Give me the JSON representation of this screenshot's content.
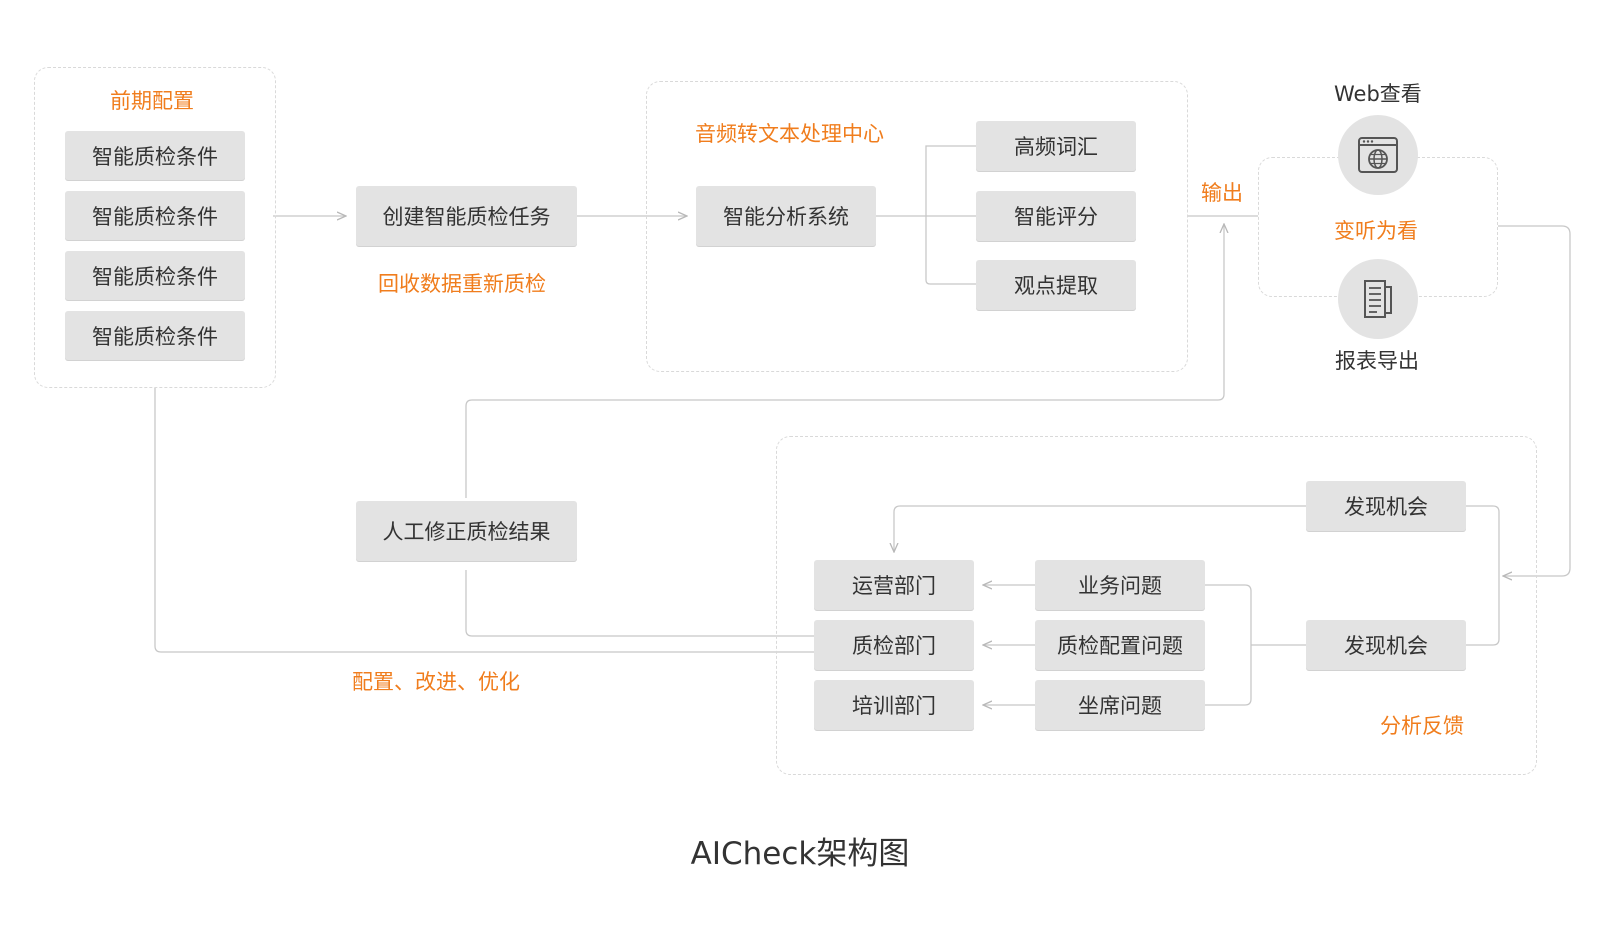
{
  "diagram": {
    "title": "AICheck架构图",
    "pre_config": {
      "label": "前期配置",
      "items": [
        "智能质检条件",
        "智能质检条件",
        "智能质检条件",
        "智能质检条件"
      ]
    },
    "create_task": "创建智能质检任务",
    "recycle_label": "回收数据重新质检",
    "processing_center": {
      "label": "音频转文本处理中心",
      "system": "智能分析系统",
      "outputs": [
        "高频词汇",
        "智能评分",
        "观点提取"
      ]
    },
    "output_label": "输出",
    "view": {
      "web_label": "Web查看",
      "center_label": "变听为看",
      "report_label": "报表导出",
      "web_icon": "browser-globe-icon",
      "report_icon": "document-icon"
    },
    "manual_fix": "人工修正质检结果",
    "config_label": "配置、改进、优化",
    "feedback": {
      "label": "分析反馈",
      "opportunity_top": "发现机会",
      "opportunity_bottom": "发现机会",
      "departments": [
        "运营部门",
        "质检部门",
        "培训部门"
      ],
      "problems": [
        "业务问题",
        "质检配置问题",
        "坐席问题"
      ]
    },
    "colors": {
      "accent": "#f07d1d",
      "box": "#e3e3e3",
      "line": "#c8c8c8",
      "text": "#333333"
    }
  }
}
